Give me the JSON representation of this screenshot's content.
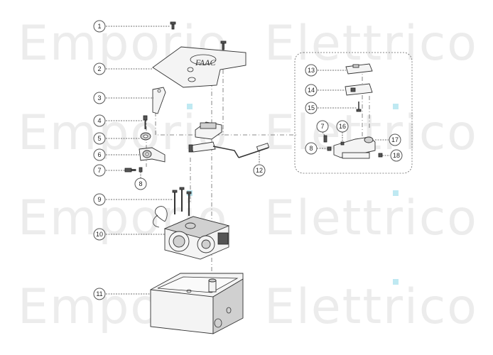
{
  "watermark": {
    "text": "Emporio Elettrico",
    "accent_color": "#7fd3e6"
  },
  "callouts": [
    {
      "id": "1",
      "label": "1"
    },
    {
      "id": "2",
      "label": "2"
    },
    {
      "id": "3",
      "label": "3"
    },
    {
      "id": "4",
      "label": "4"
    },
    {
      "id": "5",
      "label": "5"
    },
    {
      "id": "6",
      "label": "6"
    },
    {
      "id": "7",
      "label": "7"
    },
    {
      "id": "8",
      "label": "8"
    },
    {
      "id": "9",
      "label": "9"
    },
    {
      "id": "10",
      "label": "10"
    },
    {
      "id": "11",
      "label": "11"
    },
    {
      "id": "12",
      "label": "12"
    },
    {
      "id": "13",
      "label": "13"
    },
    {
      "id": "14",
      "label": "14"
    },
    {
      "id": "15",
      "label": "15"
    },
    {
      "id": "16",
      "label": "16"
    },
    {
      "id": "17",
      "label": "17"
    },
    {
      "id": "18",
      "label": "18"
    },
    {
      "id": "7b",
      "label": "7"
    },
    {
      "id": "8b",
      "label": "8"
    }
  ],
  "cover_logo_text": "FAAC"
}
